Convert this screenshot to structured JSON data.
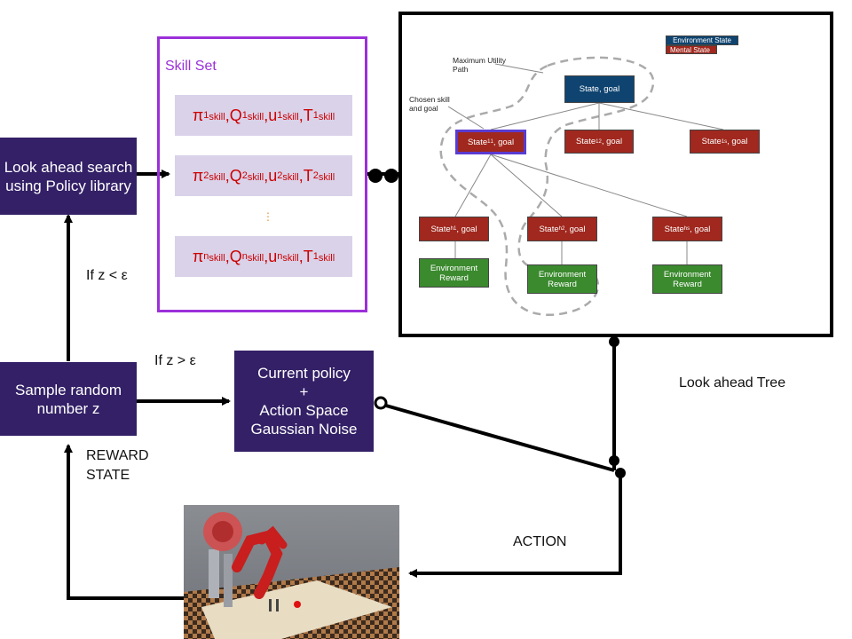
{
  "boxes": {
    "lookahead_search": "Look ahead search using Policy library",
    "sample_random": "Sample random number z",
    "current_policy_l1": "Current policy",
    "current_policy_l2": "+",
    "current_policy_l3": "Action Space Gaussian Noise"
  },
  "labels": {
    "if_less": "If z < ε",
    "if_greater": "If z > ε",
    "reward": "REWARD",
    "state": "STATE",
    "action": "ACTION",
    "lookahead_tree": "Look ahead Tree"
  },
  "skill_set": {
    "title": "Skill Set",
    "rows": [
      {
        "pi": "π",
        "q": "Q",
        "u": "u",
        "t": "T",
        "sup": "1",
        "t_sup": "1",
        "sub": "skill"
      },
      {
        "pi": "π",
        "q": "Q",
        "u": "u",
        "t": "T",
        "sup": "2",
        "t_sup": "2",
        "sub": "skill"
      },
      {
        "pi": "π",
        "q": "Q",
        "u": "u",
        "t": "T",
        "sup": "n",
        "t_sup": "1",
        "sub": "skill"
      }
    ],
    "ellipsis": "⋮"
  },
  "tree": {
    "legend_env": "Environment State",
    "legend_mental": "Mental State",
    "max_utility": "Maximum Utility Path",
    "chosen": "Chosen skill and goal",
    "root": "State, goal",
    "state_prefix": "State",
    "goal_suffix": ", goal",
    "level1": [
      {
        "sup": "1",
        "sub": "1"
      },
      {
        "sup": "1",
        "sub": "2"
      },
      {
        "sup": "1",
        "sub": "s"
      }
    ],
    "level2": [
      {
        "sup": "h",
        "sub": "1"
      },
      {
        "sup": "h",
        "sub": "2"
      },
      {
        "sup": "h",
        "sub": "s"
      }
    ],
    "reward_l1": "Environment",
    "reward_l2": "Reward"
  },
  "colors": {
    "box_purple": "#332066",
    "skill_border": "#9b30d9",
    "skill_row_bg": "#d9d2e9",
    "skill_text": "#cc0000",
    "node_red": "#a0281e",
    "node_blue": "#0f4470",
    "node_green": "#3b8a2e"
  },
  "icons": [
    "robot-scene-image",
    "dumbbell-connector-icon"
  ]
}
